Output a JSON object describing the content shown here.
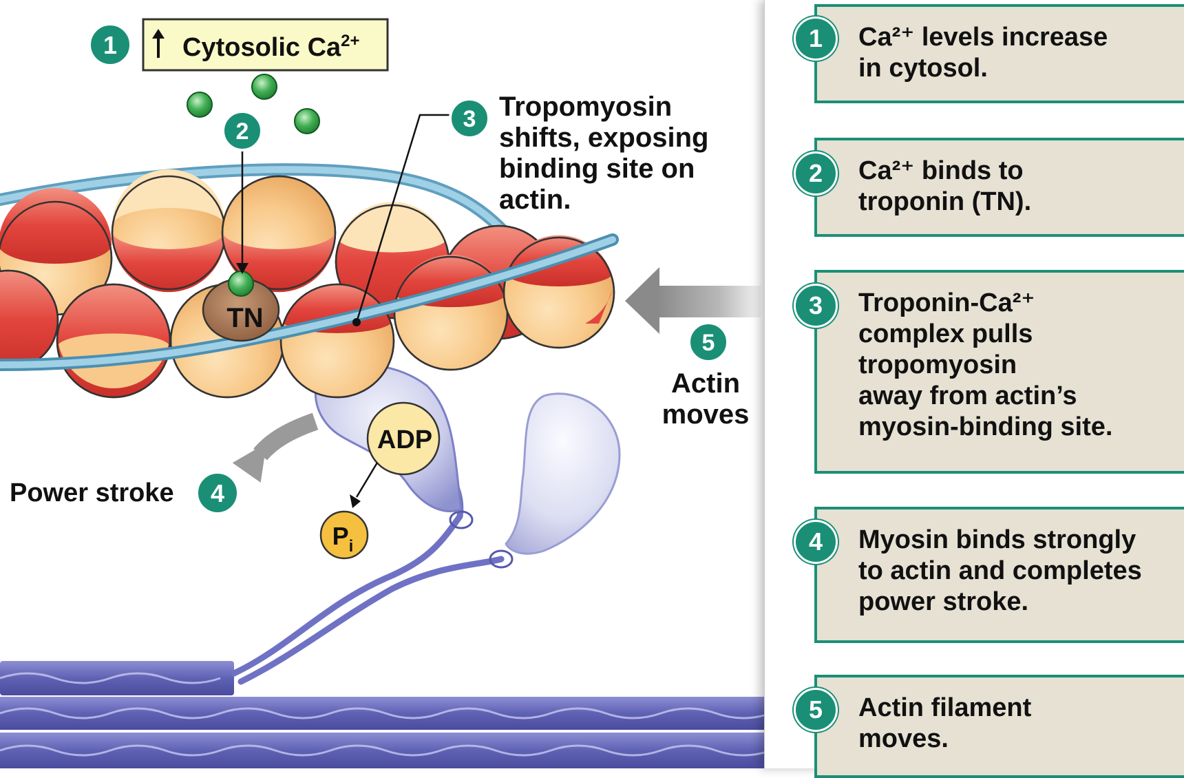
{
  "diagram": {
    "cytosolic_label": "Cytosolic Ca",
    "cytosolic_sup": "2+",
    "tn_label": "TN",
    "tropomyosin_note": [
      "Tropomyosin",
      "shifts, exposing",
      "binding site on",
      "actin."
    ],
    "actin_moves": [
      "Actin",
      "moves"
    ],
    "power_stroke": "Power stroke",
    "adp": "ADP",
    "pi_main": "P",
    "pi_sub": "i",
    "badges": [
      "1",
      "2",
      "3",
      "4",
      "5"
    ]
  },
  "steps": [
    {
      "num": "1",
      "text": "Ca²⁺ levels increase\nin cytosol."
    },
    {
      "num": "2",
      "text": "Ca²⁺ binds to\ntroponin (TN)."
    },
    {
      "num": "3",
      "text": "Troponin-Ca²⁺\ncomplex pulls\ntropomyosin\naway from actin’s\nmyosin-binding site."
    },
    {
      "num": "4",
      "text": "Myosin binds strongly\nto actin and completes\npower stroke."
    },
    {
      "num": "5",
      "text": "Actin filament\nmoves."
    }
  ],
  "colors": {
    "badge": "#1a8f76",
    "step_box": "#e6e1d3",
    "actin_light": "#f8c98a",
    "actin_red": "#e2453d",
    "tropomyosin": "#8ec3da",
    "myosin": "#b9bde6",
    "thick_filament": "#6e6fc0",
    "callout_yellow": "#fafac8",
    "adp_circle": "#fbe7a6",
    "pi_circle": "#f5c040"
  }
}
